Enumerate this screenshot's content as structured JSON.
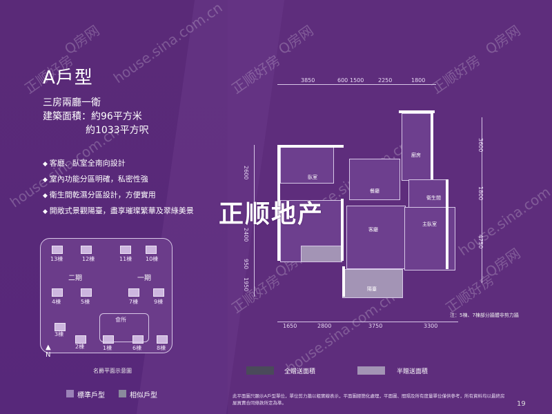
{
  "title": "A戶型",
  "subtitle": {
    "rooms": "三房兩廳一衛",
    "area_sqm": "建築面積：約96平方米",
    "area_sqft": "約1033平方呎"
  },
  "features": [
    "客廳、臥室全南向設計",
    "室內功能分區明確，私密性強",
    "衛生間乾濕分區設計，方便實用",
    "開敞式景觀陽臺，盡享璀璨繁華及翠綠美景"
  ],
  "site_plan": {
    "phase2": "二期",
    "phase1": "一期",
    "buildings": [
      "13棟",
      "12棟",
      "11棟",
      "10棟",
      "4棟",
      "5棟",
      "7棟",
      "9棟",
      "3棟",
      "2棟",
      "1棟",
      "6棟",
      "8棟"
    ],
    "clubhouse": "會所",
    "caption": "名爵平面示意圖"
  },
  "legend_left": {
    "standard": "標準戶型",
    "similar": "相似戶型"
  },
  "colors": {
    "standard": "#9b82b8",
    "similar": "#8a8a9c",
    "full_gift": "#4a4a5a",
    "half_gift": "#a394b5"
  },
  "dims_top": [
    "3850",
    "600",
    "1500",
    "2250",
    "1800"
  ],
  "dims_bottom": [
    "1650",
    "2800",
    "3750",
    "3300"
  ],
  "dims_left": [
    "2600",
    "2400",
    "950",
    "1950"
  ],
  "dims_right": [
    "3600",
    "1800",
    "4750"
  ],
  "room_labels": {
    "bedroom1": "臥室",
    "dining": "餐廳",
    "kitchen": "廚房",
    "bath": "衛生間",
    "living": "客廳",
    "master": "主臥室",
    "balcony": "陽臺"
  },
  "brand": "正顺地产",
  "watermarks": [
    "正顺好房",
    "Q房网",
    "house.sina.com.cn"
  ],
  "note": "注：5棟、7棟部分牆體非剪力牆",
  "legend_right": {
    "full_gift": "全贈送面積",
    "half_gift": "半贈送面積"
  },
  "footnote": "此平面圖只顯示A戶型單位，單位剪力牆以粗實線表示，平面圖經簡化處理，平面圖、間隔及所有度量單位僅供參考，所有資料均以最終房屋買賣合同條款所定為準。",
  "page_number": "19"
}
